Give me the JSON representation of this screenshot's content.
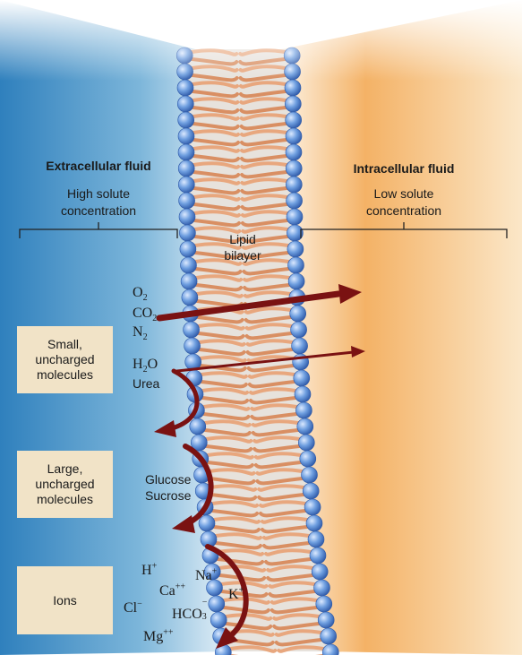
{
  "sides": {
    "extracellular": {
      "title": "Extracellular fluid",
      "line1": "High solute",
      "line2": "concentration"
    },
    "intracellular": {
      "title": "Intracellular fluid",
      "line1": "Low solute",
      "line2": "concentration"
    }
  },
  "membrane": {
    "line1": "Lipid",
    "line2": "bilayer"
  },
  "categories": [
    {
      "line1": "Small,",
      "line2": "uncharged",
      "line3": "molecules"
    },
    {
      "line1": "Large,",
      "line2": "uncharged",
      "line3": "molecules"
    },
    {
      "line1": "Ions"
    }
  ],
  "molecules": {
    "o2": {
      "base": "O",
      "sub": "2"
    },
    "co2": {
      "base": "CO",
      "sub": "2"
    },
    "n2": {
      "base": "N",
      "sub": "2"
    },
    "h2o": {
      "base": "H",
      "sub": "2",
      "rest": "O"
    },
    "urea": "Urea",
    "glucose": "Glucose",
    "sucrose": "Sucrose",
    "h": {
      "base": "H",
      "sup": "+"
    },
    "na": {
      "base": "Na",
      "sup": "+"
    },
    "ca": {
      "base": "Ca",
      "sup": "++"
    },
    "k": {
      "base": "K",
      "sup": "+"
    },
    "cl": {
      "base": "Cl",
      "sup": "−"
    },
    "hco3": {
      "base": "HCO",
      "sub": "3",
      "sup": "−"
    },
    "mg": {
      "base": "Mg",
      "sup": "++"
    }
  },
  "colors": {
    "extracellular_fluid": "#3f8fc4",
    "intracellular_fluid": "#f2a54a",
    "phosphate_head": "#6f9fe0",
    "lipid_tail": "#e8a77e",
    "arrow": "#7a1212",
    "category_box": "#f1e3c7"
  }
}
